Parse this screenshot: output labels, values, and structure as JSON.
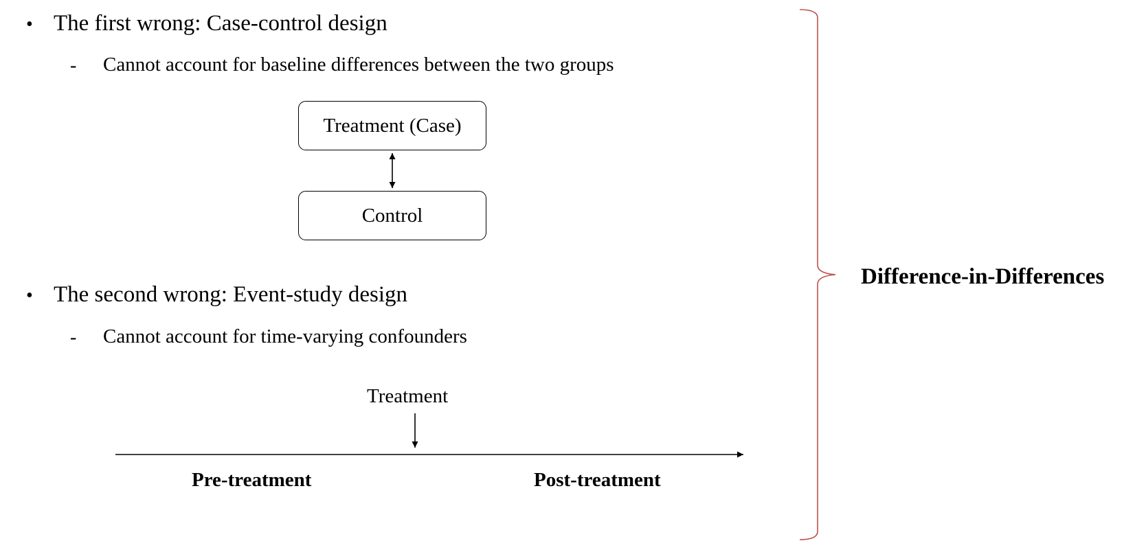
{
  "bullets": [
    {
      "text": "The first wrong: Case-control design",
      "sub": "Cannot account for baseline differences between the two groups"
    },
    {
      "text": "The second wrong: Event-study design",
      "sub": "Cannot account for time-varying confounders"
    }
  ],
  "symbols": {
    "bullet": "•",
    "dash": "-"
  },
  "diagram_case_control": {
    "top_box": "Treatment (Case)",
    "bottom_box": "Control"
  },
  "timeline": {
    "event_label": "Treatment",
    "pre_label": "Pre-treatment",
    "post_label": "Post-treatment"
  },
  "brace": {
    "label": "Difference-in-Differences",
    "color": "#c0504d"
  }
}
